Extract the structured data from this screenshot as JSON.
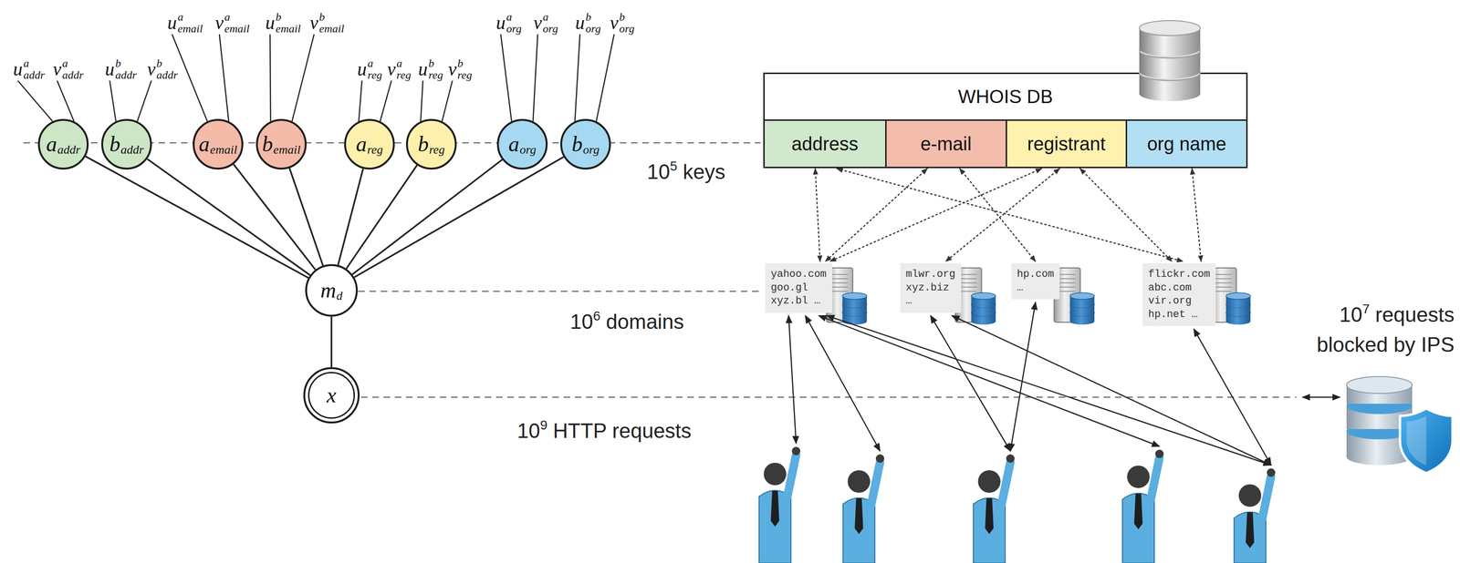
{
  "diagram": {
    "nodes": [
      {
        "text": [
          "a",
          "addr"
        ]
      },
      {
        "text": [
          "b",
          "addr"
        ]
      },
      {
        "text": [
          "a",
          "email"
        ]
      },
      {
        "text": [
          "b",
          "email"
        ]
      },
      {
        "text": [
          "a",
          "reg"
        ]
      },
      {
        "text": [
          "b",
          "reg"
        ]
      },
      {
        "text": [
          "a",
          "org"
        ]
      },
      {
        "text": [
          "b",
          "org"
        ]
      },
      {
        "text": [
          "m",
          "d"
        ]
      },
      {
        "text": [
          "x"
        ]
      },
      {
        "text": [
          "WHOIS DB"
        ]
      },
      {
        "text": [
          "address"
        ],
        "in": 10
      },
      {
        "text": [
          "e-mail"
        ],
        "in": 10
      },
      {
        "text": [
          "registrant"
        ],
        "in": 10
      },
      {
        "text": [
          "org name"
        ],
        "in": 10
      },
      {
        "text": [
          "yahoo.com goo.gl xyz.bl …"
        ]
      },
      {
        "text": [
          "mlwr.org xyz.biz …"
        ]
      },
      {
        "text": [
          "hp.com …"
        ]
      },
      {
        "text": [
          "flickr.com abc.com vir.org hp.net …"
        ]
      }
    ],
    "edges": [
      {
        "from": 0,
        "to": 8,
        "arrow": "none"
      },
      {
        "from": 1,
        "to": 8,
        "arrow": "none"
      },
      {
        "from": 2,
        "to": 8,
        "arrow": "none"
      },
      {
        "from": 3,
        "to": 8,
        "arrow": "none"
      },
      {
        "from": 4,
        "to": 8,
        "arrow": "none"
      },
      {
        "from": 5,
        "to": 8,
        "arrow": "none"
      },
      {
        "from": 6,
        "to": 8,
        "arrow": "none"
      },
      {
        "from": 7,
        "to": 8,
        "arrow": "none"
      },
      {
        "from": 8,
        "to": 9,
        "arrow": "none"
      },
      {
        "from": 11,
        "to": 15,
        "arrow": "both"
      },
      {
        "from": 11,
        "to": 18,
        "arrow": "both"
      },
      {
        "from": 12,
        "to": 15,
        "arrow": "both"
      },
      {
        "from": 12,
        "to": 17,
        "arrow": "both"
      },
      {
        "from": 13,
        "to": 15,
        "arrow": "both"
      },
      {
        "from": 13,
        "to": 16,
        "arrow": "both"
      },
      {
        "from": 13,
        "to": 18,
        "arrow": "both"
      },
      {
        "from": 14,
        "to": 18,
        "arrow": "both"
      }
    ],
    "labels": [
      "u",
      "a",
      "addr",
      "v",
      "a",
      "addr",
      "u",
      "b",
      "addr",
      "v",
      "b",
      "addr",
      "u",
      "a",
      "email",
      "v",
      "a",
      "email",
      "u",
      "b",
      "email",
      "v",
      "b",
      "email",
      "u",
      "a",
      "reg",
      "v",
      "a",
      "reg",
      "u",
      "b",
      "reg",
      "v",
      "b",
      "reg",
      "u",
      "a",
      "org",
      "v",
      "a",
      "org",
      "u",
      "b",
      "org",
      "v",
      "b",
      "org",
      "10",
      "5",
      "keys",
      "10",
      "6",
      "domains",
      "10",
      "9",
      "HTTP requests",
      "10",
      "7",
      "requests blocked by IPS"
    ]
  }
}
